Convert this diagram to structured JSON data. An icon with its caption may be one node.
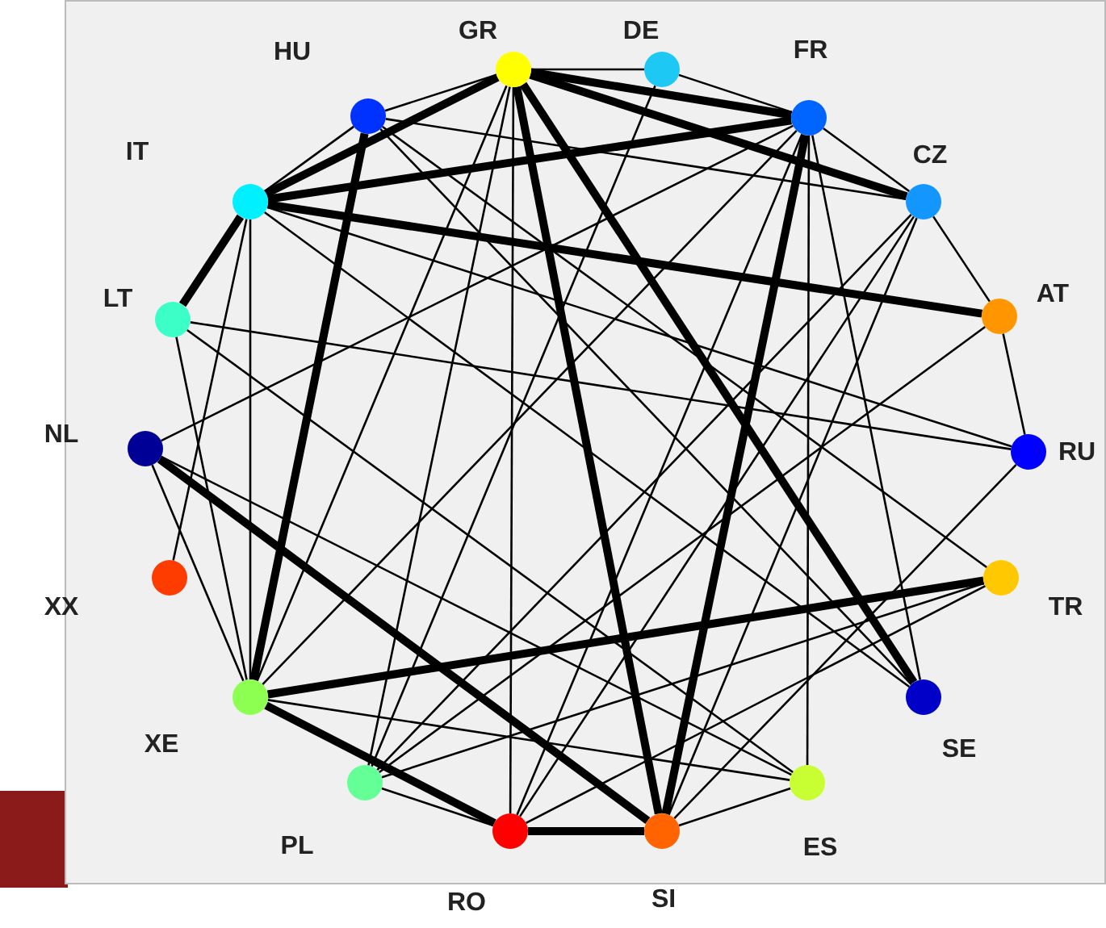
{
  "diagram": {
    "nodes": [
      {
        "text": [],
        "shape": "circle",
        "beside": [
          "GR"
        ]
      },
      {
        "text": [],
        "shape": "circle",
        "beside": [
          "DE"
        ]
      },
      {
        "text": [],
        "shape": "circle",
        "beside": [
          "FR"
        ]
      },
      {
        "text": [],
        "shape": "circle",
        "beside": [
          "CZ"
        ]
      },
      {
        "text": [],
        "shape": "circle",
        "beside": [
          "AT"
        ]
      },
      {
        "text": [],
        "shape": "circle",
        "beside": [
          "RU"
        ]
      },
      {
        "text": [],
        "shape": "circle",
        "beside": [
          "TR"
        ]
      },
      {
        "text": [],
        "shape": "circle",
        "beside": [
          "SE"
        ]
      },
      {
        "text": [],
        "shape": "circle",
        "beside": [
          "ES"
        ]
      },
      {
        "text": [],
        "shape": "circle",
        "beside": [
          "SI"
        ]
      },
      {
        "text": [],
        "shape": "circle",
        "beside": [
          "RO"
        ]
      },
      {
        "text": [],
        "shape": "circle",
        "beside": [
          "PL"
        ]
      },
      {
        "text": [],
        "shape": "circle",
        "beside": [
          "XE"
        ]
      },
      {
        "text": [],
        "shape": "circle",
        "beside": [
          "XX"
        ]
      },
      {
        "text": [],
        "shape": "circle",
        "beside": [
          "NL"
        ]
      },
      {
        "text": [],
        "shape": "circle",
        "beside": [
          "LT"
        ]
      },
      {
        "text": [],
        "shape": "circle",
        "beside": [
          "IT"
        ]
      },
      {
        "text": [],
        "shape": "circle",
        "beside": [
          "HU"
        ]
      }
    ],
    "edges": [
      {
        "from": 0,
        "to": 1,
        "arrow": "none"
      },
      {
        "from": 0,
        "to": 2,
        "arrow": "none",
        "style": "thick"
      },
      {
        "from": 0,
        "to": 3,
        "arrow": "none",
        "style": "thick"
      },
      {
        "from": 0,
        "to": 7,
        "arrow": "none",
        "style": "thick"
      },
      {
        "from": 0,
        "to": 9,
        "arrow": "none",
        "style": "thick"
      },
      {
        "from": 0,
        "to": 10,
        "arrow": "none"
      },
      {
        "from": 0,
        "to": 17,
        "arrow": "none"
      },
      {
        "from": 0,
        "to": 16,
        "arrow": "none",
        "style": "thick"
      },
      {
        "from": 0,
        "to": 11,
        "arrow": "none"
      },
      {
        "from": 0,
        "to": 12,
        "arrow": "none"
      },
      {
        "from": 1,
        "to": 2,
        "arrow": "none"
      },
      {
        "from": 1,
        "to": 11,
        "arrow": "none"
      },
      {
        "from": 2,
        "to": 16,
        "arrow": "none",
        "style": "thick"
      },
      {
        "from": 2,
        "to": 3,
        "arrow": "none"
      },
      {
        "from": 2,
        "to": 9,
        "arrow": "none",
        "style": "thick"
      },
      {
        "from": 2,
        "to": 8,
        "arrow": "none"
      },
      {
        "from": 2,
        "to": 7,
        "arrow": "none"
      },
      {
        "from": 2,
        "to": 12,
        "arrow": "none"
      },
      {
        "from": 2,
        "to": 10,
        "arrow": "none"
      },
      {
        "from": 2,
        "to": 14,
        "arrow": "none"
      },
      {
        "from": 3,
        "to": 4,
        "arrow": "none"
      },
      {
        "from": 3,
        "to": 10,
        "arrow": "none"
      },
      {
        "from": 3,
        "to": 11,
        "arrow": "none"
      },
      {
        "from": 3,
        "to": 9,
        "arrow": "none"
      },
      {
        "from": 3,
        "to": 17,
        "arrow": "none"
      },
      {
        "from": 4,
        "to": 5,
        "arrow": "none"
      },
      {
        "from": 4,
        "to": 16,
        "arrow": "none",
        "style": "thick"
      },
      {
        "from": 4,
        "to": 11,
        "arrow": "none"
      },
      {
        "from": 5,
        "to": 15,
        "arrow": "none"
      },
      {
        "from": 5,
        "to": 16,
        "arrow": "none"
      },
      {
        "from": 5,
        "to": 9,
        "arrow": "none"
      },
      {
        "from": 6,
        "to": 12,
        "arrow": "none",
        "style": "thick"
      },
      {
        "from": 6,
        "to": 11,
        "arrow": "none"
      },
      {
        "from": 6,
        "to": 10,
        "arrow": "none"
      },
      {
        "from": 6,
        "to": 17,
        "arrow": "none"
      },
      {
        "from": 7,
        "to": 16,
        "arrow": "none"
      },
      {
        "from": 7,
        "to": 17,
        "arrow": "none"
      },
      {
        "from": 8,
        "to": 12,
        "arrow": "none"
      },
      {
        "from": 8,
        "to": 9,
        "arrow": "none"
      },
      {
        "from": 8,
        "to": 15,
        "arrow": "none"
      },
      {
        "from": 9,
        "to": 10,
        "arrow": "none",
        "style": "thick"
      },
      {
        "from": 9,
        "to": 14,
        "arrow": "none",
        "style": "thick"
      },
      {
        "from": 10,
        "to": 12,
        "arrow": "none",
        "style": "thick"
      },
      {
        "from": 10,
        "to": 11,
        "arrow": "none"
      },
      {
        "from": 12,
        "to": 17,
        "arrow": "none",
        "style": "thick"
      },
      {
        "from": 12,
        "to": 16,
        "arrow": "none"
      },
      {
        "from": 12,
        "to": 15,
        "arrow": "none"
      },
      {
        "from": 12,
        "to": 14,
        "arrow": "none"
      },
      {
        "from": 13,
        "to": 16,
        "arrow": "none"
      },
      {
        "from": 14,
        "to": 8,
        "arrow": "none"
      },
      {
        "from": 15,
        "to": 16,
        "arrow": "none",
        "style": "thick"
      },
      {
        "from": 16,
        "to": 17,
        "arrow": "none"
      }
    ]
  }
}
